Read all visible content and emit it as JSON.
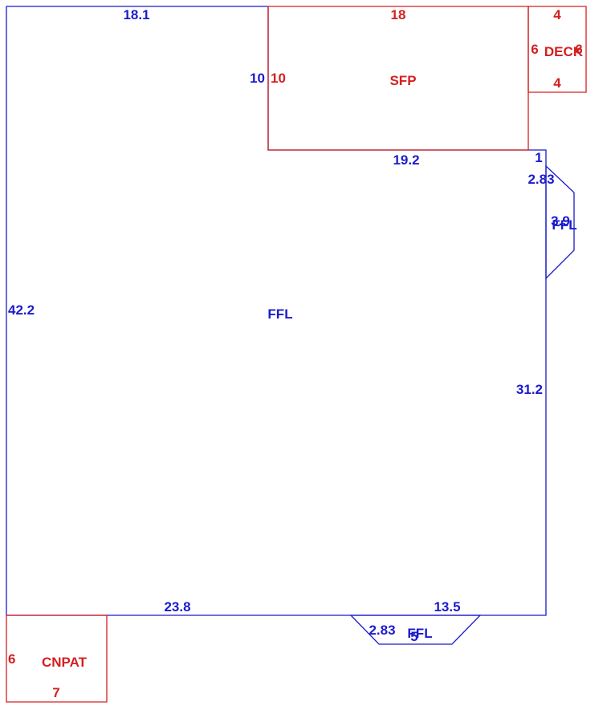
{
  "colors": {
    "main": "#1b1bcc",
    "accent": "#d42020"
  },
  "areas": {
    "ffl_main": {
      "code": "FFL",
      "sides": [
        "18.1",
        "42.2",
        "23.8",
        "13.5",
        "31.2",
        "1",
        "19.2",
        "10"
      ]
    },
    "sfp": {
      "code": "SFP",
      "sides": [
        "18",
        "10"
      ]
    },
    "deck": {
      "code": "DECK",
      "sides": [
        "4",
        "6",
        "6",
        "4"
      ]
    },
    "ffl_bay_right": {
      "code": "FFL",
      "sides": [
        "2.83",
        "3.9"
      ]
    },
    "ffl_bay_bottom": {
      "code": "FFL",
      "sides": [
        "2.83",
        "5"
      ]
    },
    "cnpat": {
      "code": "CNPAT",
      "sides": [
        "6",
        "7"
      ]
    }
  }
}
